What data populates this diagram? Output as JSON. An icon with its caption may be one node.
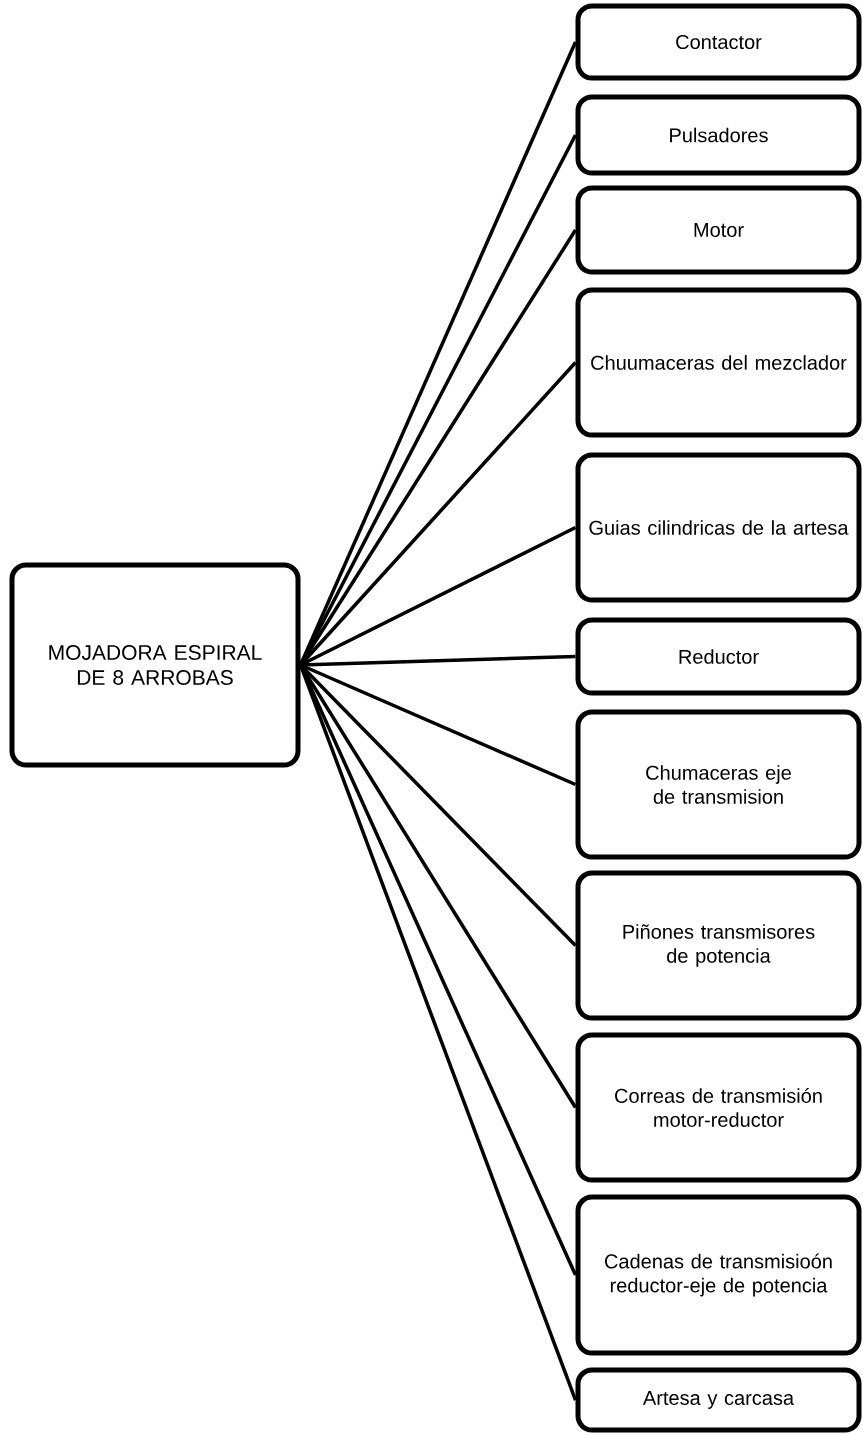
{
  "diagram": {
    "nodes": [
      {
        "text": [
          "MOJADORA ESPIRAL DE 8 ARROBAS"
        ]
      },
      {
        "text": [
          "Contactor"
        ]
      },
      {
        "text": [
          "Pulsadores"
        ]
      },
      {
        "text": [
          "Motor"
        ]
      },
      {
        "text": [
          "Chuumaceras del mezclador"
        ]
      },
      {
        "text": [
          "Guias cilindricas de la artesa"
        ]
      },
      {
        "text": [
          "Reductor"
        ]
      },
      {
        "text": [
          "Chumaceras eje de transmision"
        ]
      },
      {
        "text": [
          "Piñones transmisores de potencia"
        ]
      },
      {
        "text": [
          "Correas de transmisión motor-reductor"
        ]
      },
      {
        "text": [
          "Cadenas de transmisioón reductor-eje de potencia"
        ]
      },
      {
        "text": [
          "Artesa y carcasa"
        ]
      }
    ],
    "edges": [
      {
        "from": 0,
        "to": 1,
        "arrow": "none"
      },
      {
        "from": 0,
        "to": 2,
        "arrow": "none"
      },
      {
        "from": 0,
        "to": 3,
        "arrow": "none"
      },
      {
        "from": 0,
        "to": 4,
        "arrow": "none"
      },
      {
        "from": 0,
        "to": 5,
        "arrow": "none"
      },
      {
        "from": 0,
        "to": 6,
        "arrow": "none"
      },
      {
        "from": 0,
        "to": 7,
        "arrow": "none"
      },
      {
        "from": 0,
        "to": 8,
        "arrow": "none"
      },
      {
        "from": 0,
        "to": 9,
        "arrow": "none"
      },
      {
        "from": 0,
        "to": 10,
        "arrow": "none"
      },
      {
        "from": 0,
        "to": 11,
        "arrow": "none"
      }
    ]
  }
}
